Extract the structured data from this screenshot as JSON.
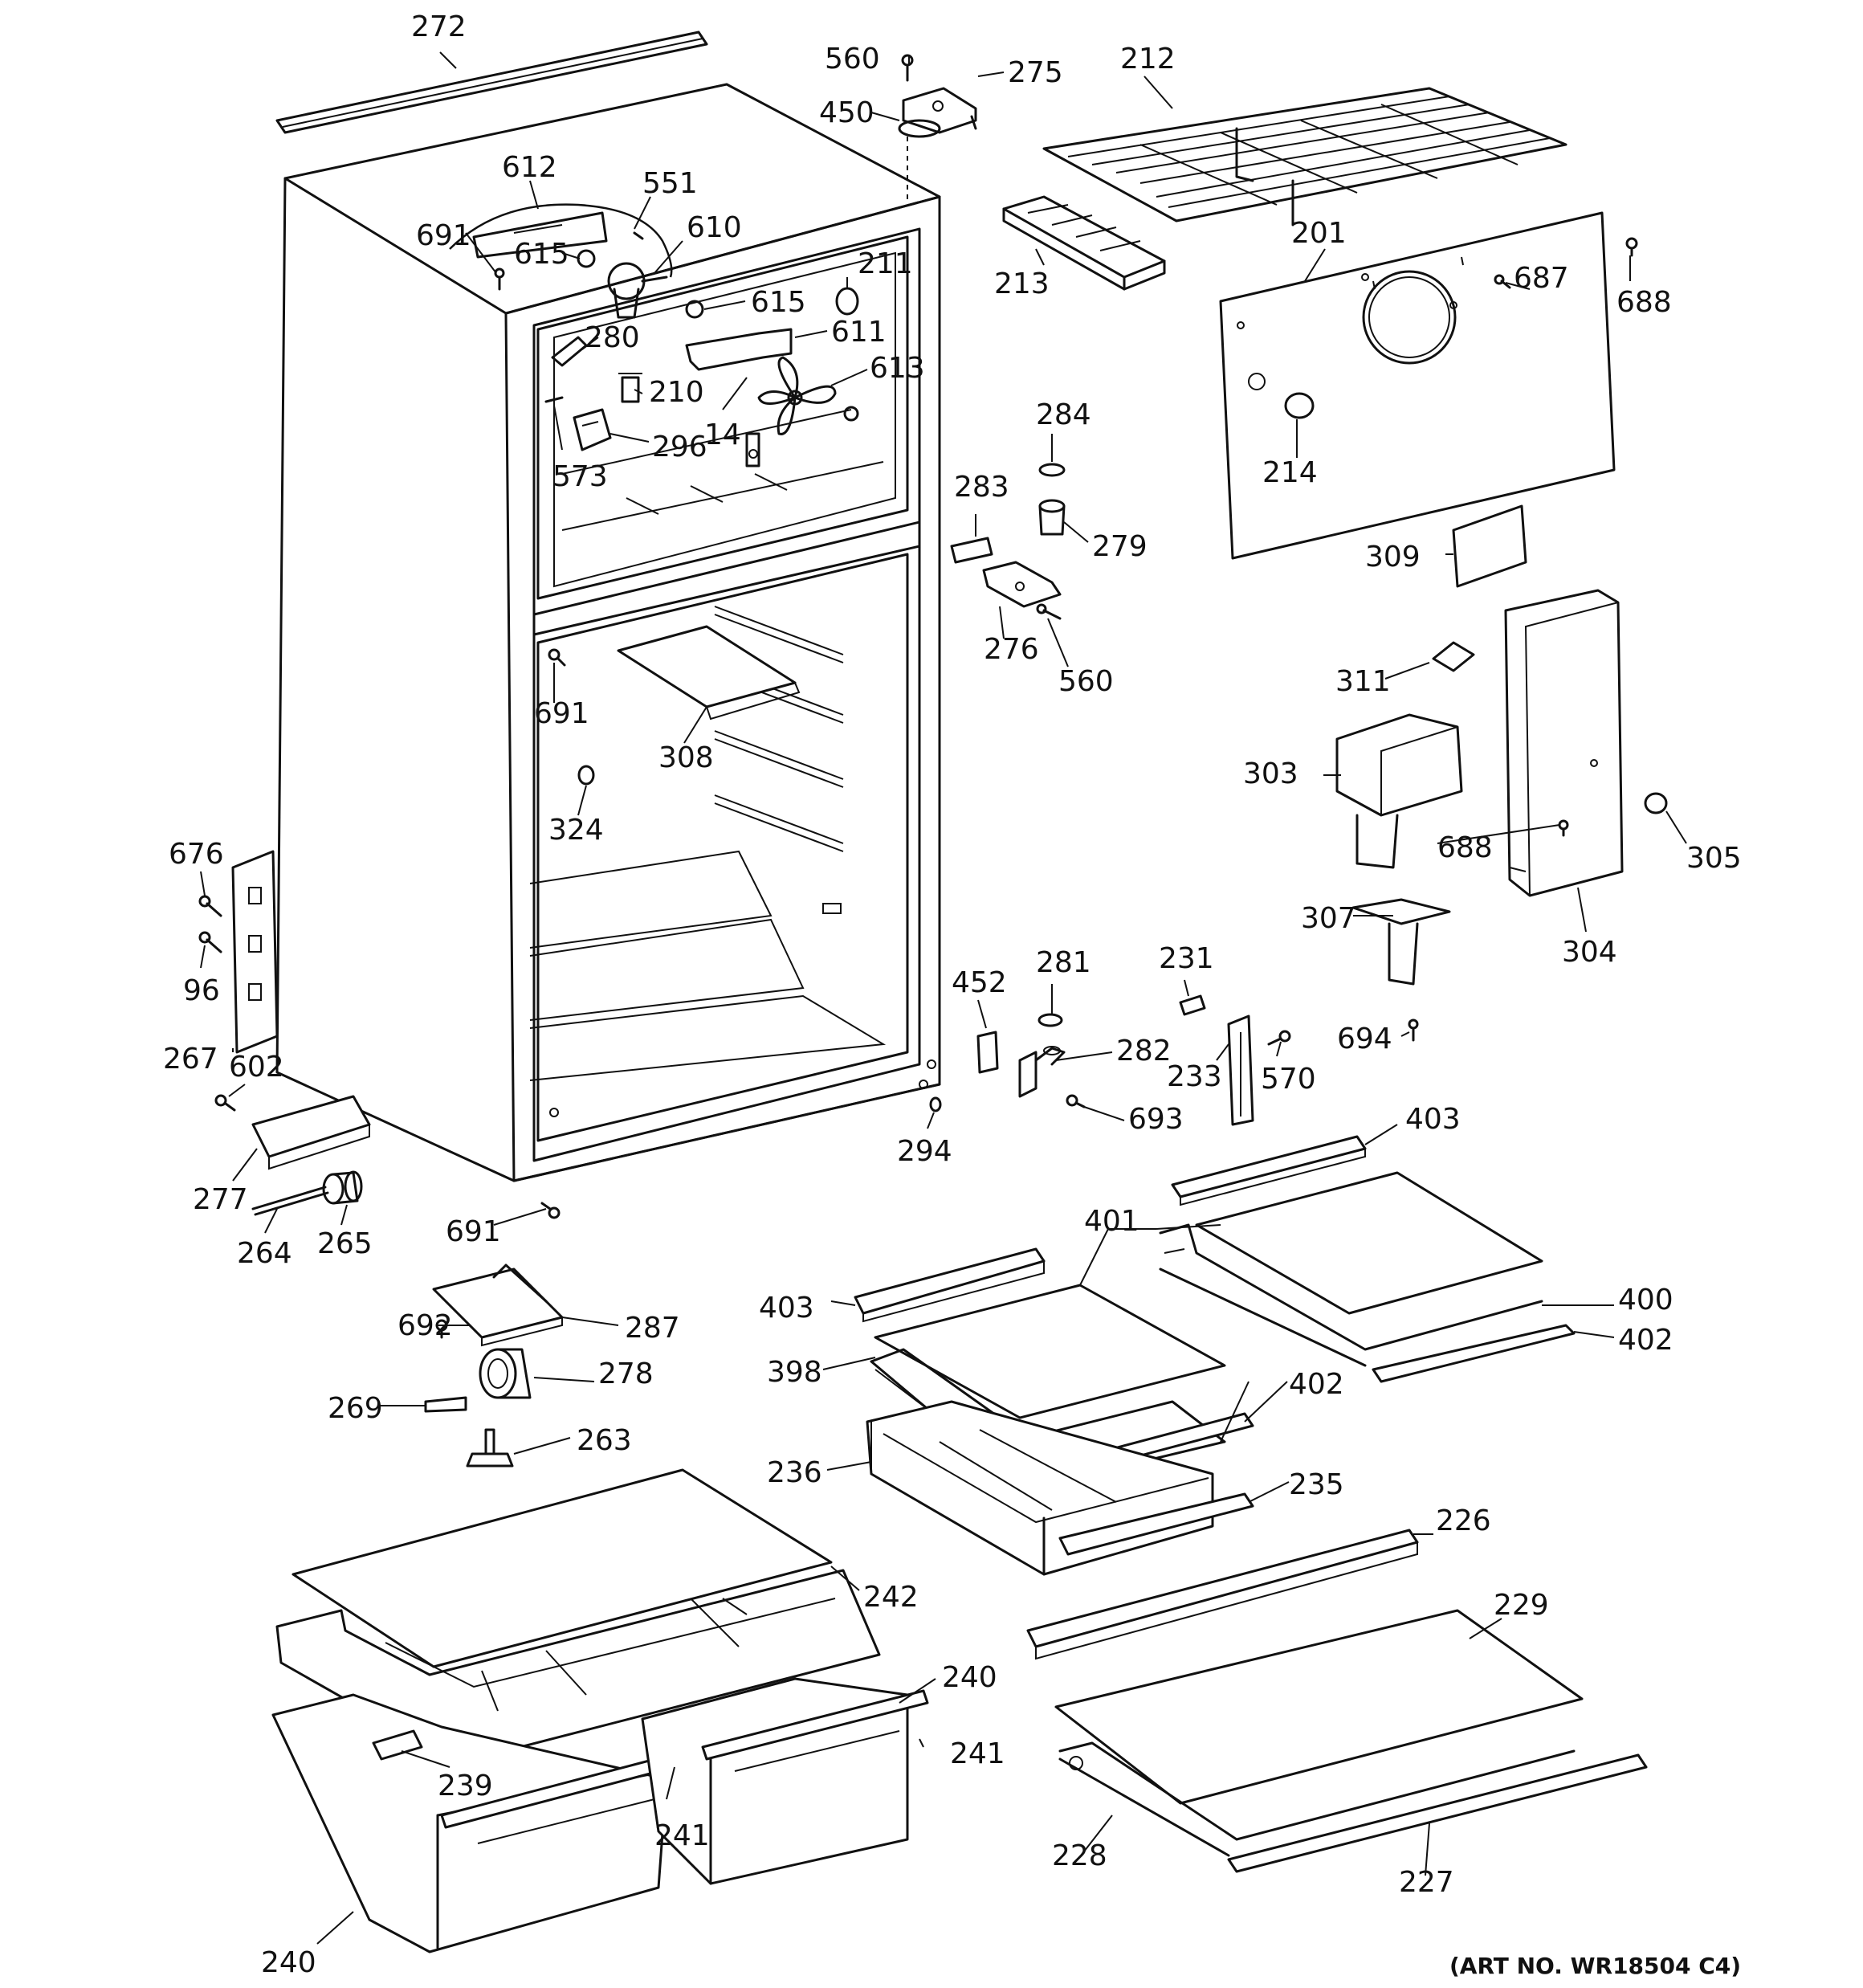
{
  "art_number": "(ART NO. WR18504 C4)",
  "labels": {
    "l272": "272",
    "l560a": "560",
    "l275": "275",
    "l450": "450",
    "l212": "212",
    "l612": "612",
    "l551": "551",
    "l691a": "691",
    "l615a": "615",
    "l610": "610",
    "l211": "211",
    "l615b": "615",
    "l611": "611",
    "l280": "280",
    "l210": "210",
    "l613": "613",
    "l14": "14",
    "l296": "296",
    "l573": "573",
    "l213": "213",
    "l201": "201",
    "l687": "687",
    "l688a": "688",
    "l284": "284",
    "l214": "214",
    "l283": "283",
    "l279": "279",
    "l309": "309",
    "l276": "276",
    "l560b": "560",
    "l311": "311",
    "l691b": "691",
    "l308": "308",
    "l303": "303",
    "l324": "324",
    "l676": "676",
    "l688b": "688",
    "l305": "305",
    "l96": "96",
    "l307": "307",
    "l304": "304",
    "l452": "452",
    "l281": "281",
    "l231": "231",
    "l267": "267",
    "l602": "602",
    "l282": "282",
    "l233": "233",
    "l570": "570",
    "l694": "694",
    "l693": "693",
    "l294": "294",
    "l277": "277",
    "l403a": "403",
    "l265": "265",
    "l264": "264",
    "l691c": "691",
    "l401": "401",
    "l403b": "403",
    "l400": "400",
    "l692": "692",
    "l287": "287",
    "l402a": "402",
    "l398": "398",
    "l278": "278",
    "l269": "269",
    "l402b": "402",
    "l263": "263",
    "l236": "236",
    "l235": "235",
    "l226": "226",
    "l242": "242",
    "l229": "229",
    "l240a": "240",
    "l241a": "241",
    "l239": "239",
    "l241b": "241",
    "l228": "228",
    "l227": "227",
    "l240b": "240"
  }
}
